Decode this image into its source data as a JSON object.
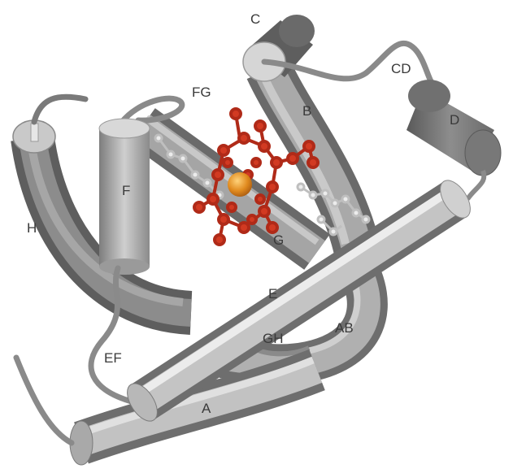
{
  "labels": {
    "c": "C",
    "cd": "CD",
    "fg": "FG",
    "b": "B",
    "d": "D",
    "f": "F",
    "h": "H",
    "g": "G",
    "e": "E",
    "ab": "AB",
    "gh": "GH",
    "ef": "EF",
    "a": "A"
  },
  "colors": {
    "helix_light": "#dcdcdc",
    "helix_mid": "#b4b4b4",
    "helix_dark": "#6e6e6e",
    "heme": "#c8321e",
    "iron": "#e08a1e",
    "side_chain": "#e8e8e8"
  }
}
